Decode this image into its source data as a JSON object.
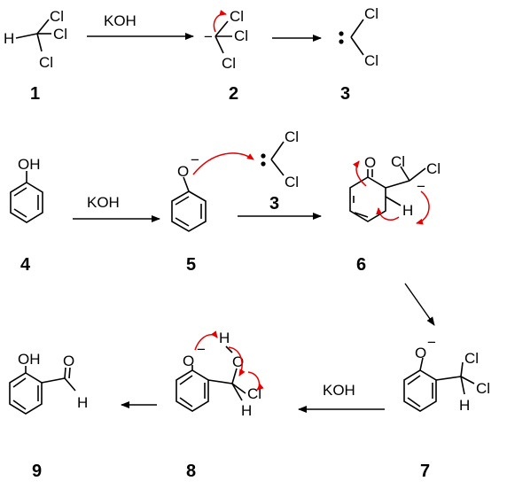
{
  "reagents": {
    "koh": "KOH"
  },
  "compound_numbers": {
    "c1": "1",
    "c2": "2",
    "c3a": "3",
    "c3b": "3",
    "c4": "4",
    "c5": "5",
    "c6": "6",
    "c7": "7",
    "c8": "8",
    "c9": "9"
  },
  "atoms": {
    "cl": "Cl",
    "h": "H",
    "o": "O",
    "oh": "OH",
    "minus": "−"
  },
  "colors": {
    "electron_arrow": "#e60000",
    "ink": "#000000"
  }
}
